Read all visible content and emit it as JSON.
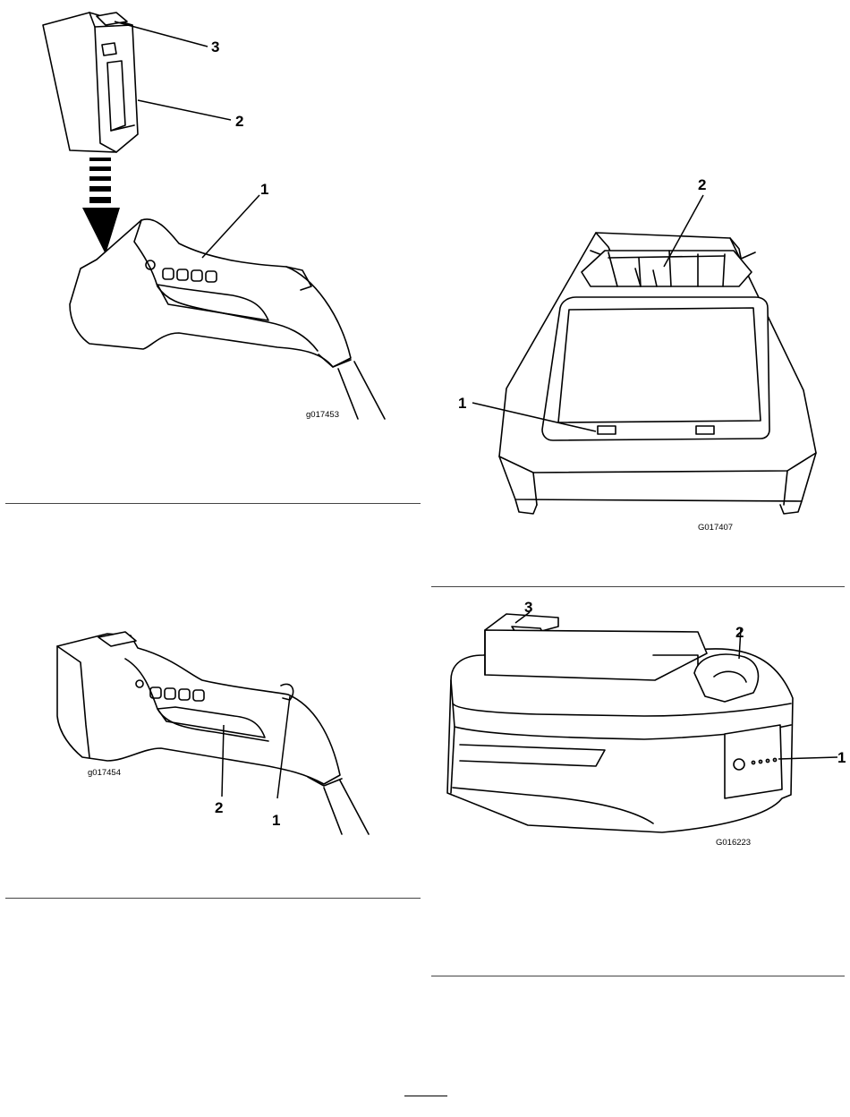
{
  "figures": {
    "battery_insert": {
      "id": "g017453",
      "callouts": [
        "1",
        "2",
        "3"
      ]
    },
    "handle": {
      "id": "g017454",
      "callouts": [
        "2",
        "1"
      ]
    },
    "charger": {
      "id": "G017407",
      "callouts": [
        "2",
        "1"
      ]
    },
    "battery": {
      "id": "G016223",
      "callouts": [
        "3",
        "2",
        "1"
      ]
    }
  }
}
